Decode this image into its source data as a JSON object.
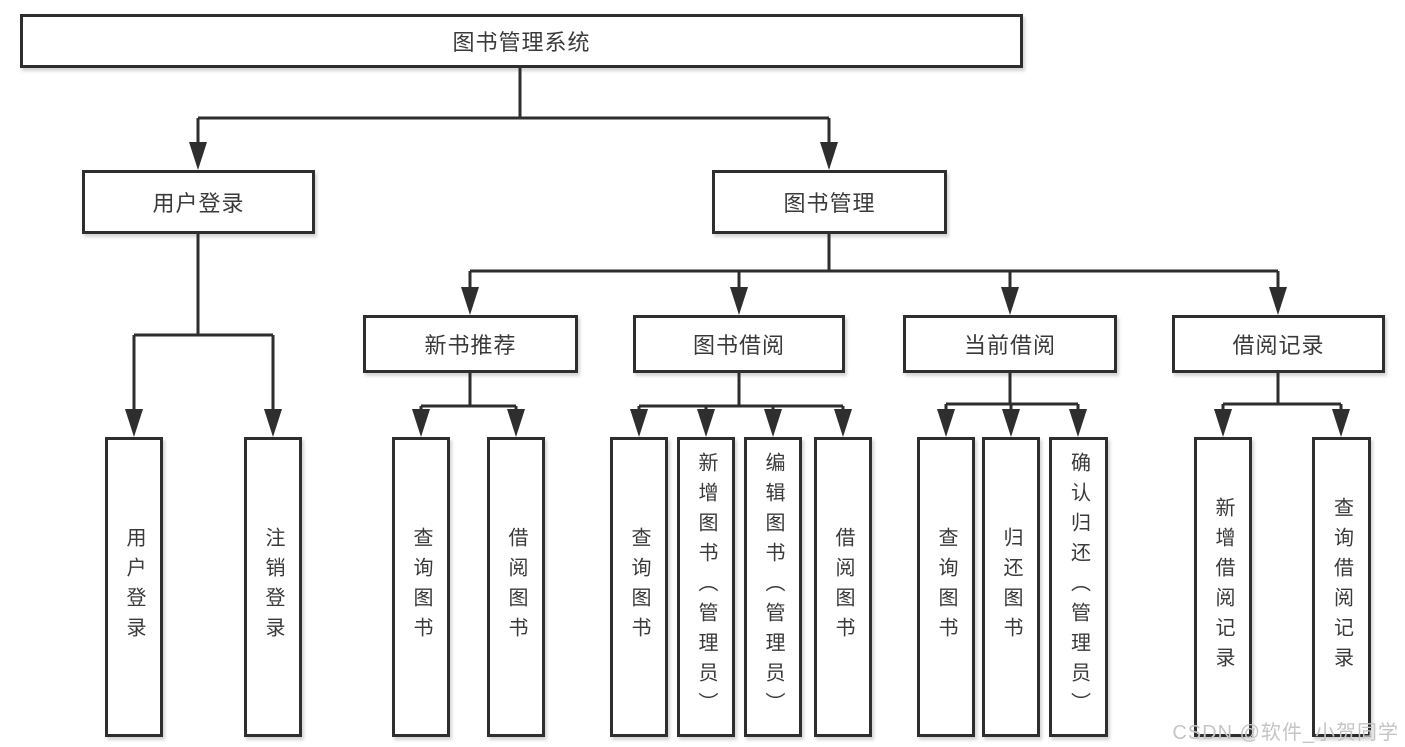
{
  "colors": {
    "line": "#2e2e2e",
    "node_border": "#2e2e2e",
    "text": "#3a3a3a",
    "node_background": "#ffffff",
    "page_background": "#ffffff",
    "watermark": "#c5c5c5"
  },
  "watermark": "CSDN @软件_小贺同学",
  "tree": {
    "root": "图书管理系统",
    "children": [
      {
        "label": "用户登录",
        "children": [
          "用户登录",
          "注销登录"
        ]
      },
      {
        "label": "图书管理",
        "children": [
          {
            "label": "新书推荐",
            "children": [
              "查询图书",
              "借阅图书"
            ]
          },
          {
            "label": "图书借阅",
            "children": [
              "查询图书",
              "新增图书（管理员）",
              "编辑图书（管理员）",
              "借阅图书"
            ]
          },
          {
            "label": "当前借阅",
            "children": [
              "查询图书",
              "归还图书",
              "确认归还（管理员）"
            ]
          },
          {
            "label": "借阅记录",
            "children": [
              "新增借阅记录",
              "查询借阅记录"
            ]
          }
        ]
      }
    ]
  }
}
